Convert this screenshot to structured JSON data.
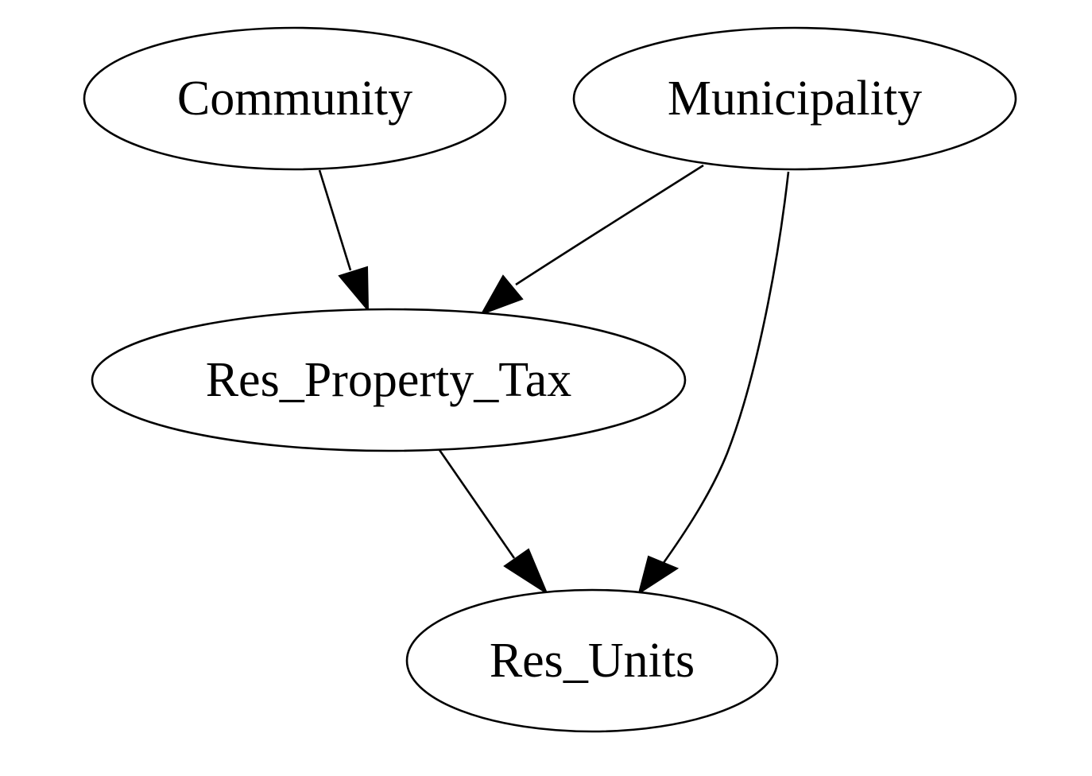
{
  "diagram": {
    "type": "directed-graph",
    "nodes": [
      {
        "id": "community",
        "label": "Community"
      },
      {
        "id": "municipality",
        "label": "Municipality"
      },
      {
        "id": "res_property_tax",
        "label": "Res_Property_Tax"
      },
      {
        "id": "res_units",
        "label": "Res_Units"
      }
    ],
    "edges": [
      {
        "from": "community",
        "to": "res_property_tax"
      },
      {
        "from": "municipality",
        "to": "res_property_tax"
      },
      {
        "from": "municipality",
        "to": "res_units"
      },
      {
        "from": "res_property_tax",
        "to": "res_units"
      }
    ]
  }
}
